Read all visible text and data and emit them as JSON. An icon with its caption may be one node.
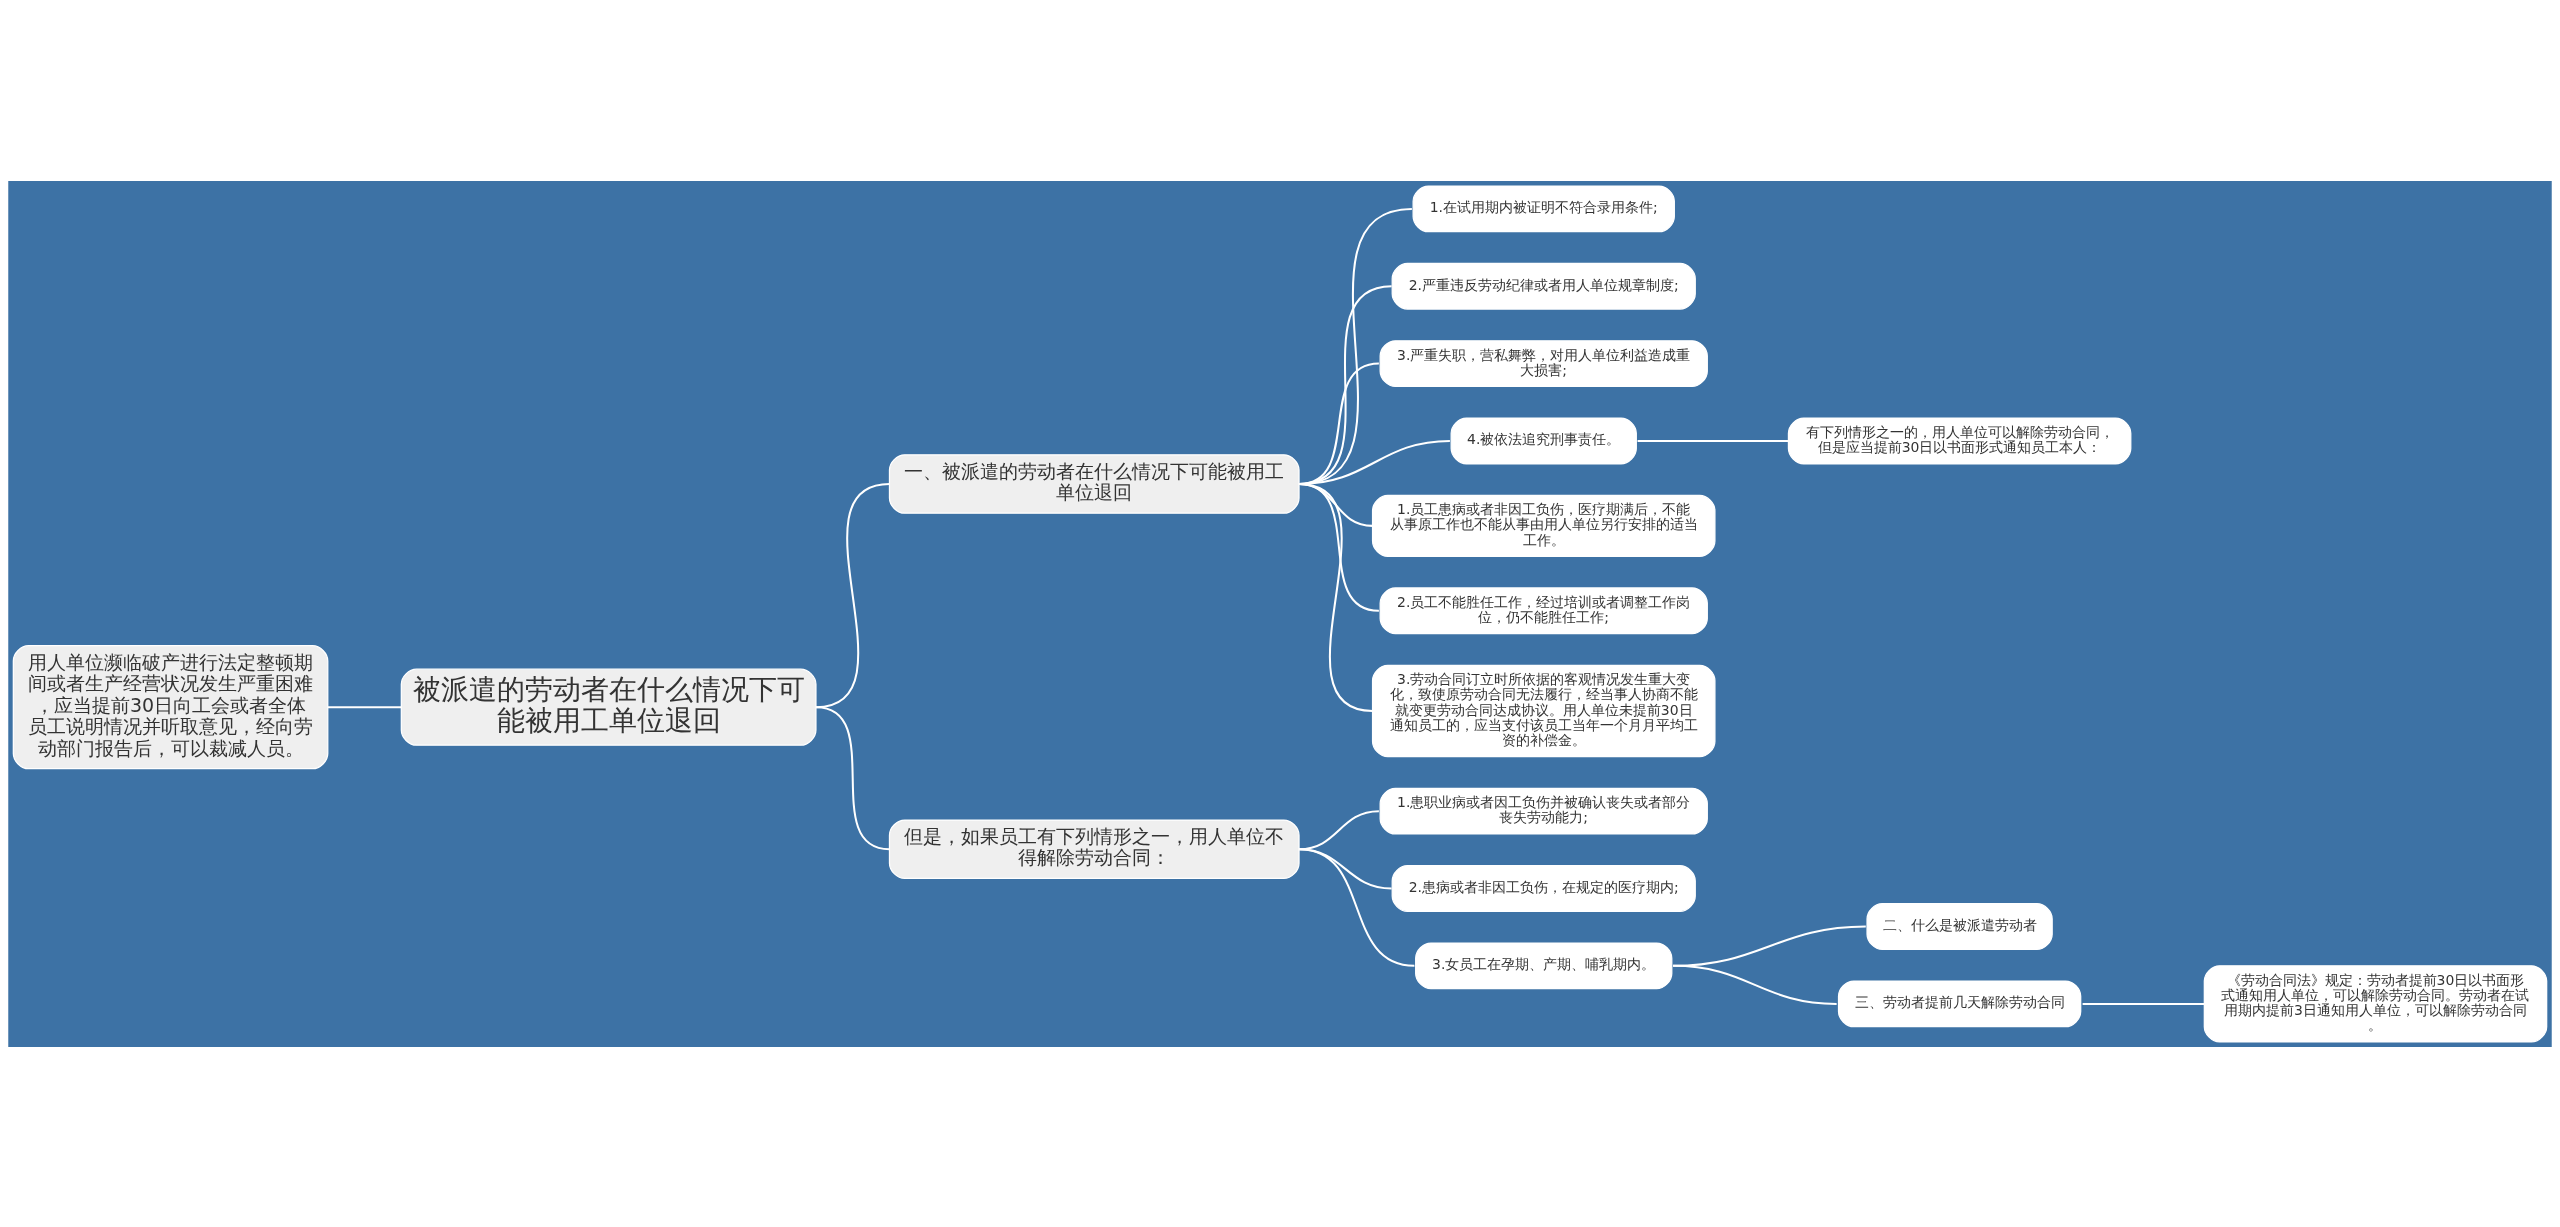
{
  "diagram": {
    "nodes": [
      {
        "text": [
          "被派遣的劳动者在什么情况下可能被用工单位退回"
        ]
      },
      {
        "text": [
          "用人单位濒临破产进行法定整顿期间或者生产经营状况发生严重困难，应当提前30日向工会或者全体员工说明情况并听取意见，经向劳动部门报告后，可以裁减人员。"
        ]
      },
      {
        "text": [
          "一、被派遣的劳动者在什么情况下可能被用工单位退回"
        ]
      },
      {
        "text": [
          "1.在试用期内被证明不符合录用条件;"
        ]
      },
      {
        "text": [
          "2.严重违反劳动纪律或者用人单位规章制度;"
        ]
      },
      {
        "text": [
          "3.严重失职，营私舞弊，对用人单位利益造成重大损害;"
        ]
      },
      {
        "text": [
          "4.被依法追究刑事责任。"
        ]
      },
      {
        "text": [
          "有下列情形之一的，用人单位可以解除劳动合同，但是应当提前30日以书面形式通知员工本人："
        ]
      },
      {
        "text": [
          "1.员工患病或者非因工负伤，医疗期满后，不能从事原工作也不能从事由用人单位另行安排的适当工作。"
        ]
      },
      {
        "text": [
          "2.员工不能胜任工作，经过培训或者调整工作岗位，仍不能胜任工作;"
        ]
      },
      {
        "text": [
          "3.劳动合同订立时所依据的客观情况发生重大变化，致使原劳动合同无法履行，经当事人协商不能就变更劳动合同达成协议。用人单位未提前30日通知员工的，应当支付该员工当年一个月月平均工资的补偿金。"
        ]
      },
      {
        "text": [
          "但是，如果员工有下列情形之一，用人单位不得解除劳动合同："
        ]
      },
      {
        "text": [
          "1.患职业病或者因工负伤并被确认丧失或者部分丧失劳动能力;"
        ]
      },
      {
        "text": [
          "2.患病或者非因工负伤，在规定的医疗期内;"
        ]
      },
      {
        "text": [
          "3.女员工在孕期、产期、哺乳期内。"
        ]
      },
      {
        "text": [
          "二、什么是被派遣劳动者"
        ]
      },
      {
        "text": [
          "三、劳动者提前几天解除劳动合同"
        ]
      },
      {
        "text": [
          "《劳动合同法》规定：劳动者提前30日以书面形式通知用人单位，可以解除劳动合同。劳动者在试用期内提前3日通知用人单位，可以解除劳动合同。"
        ]
      }
    ],
    "edges": [
      {
        "from": 0,
        "to": 1,
        "arrow": "none"
      },
      {
        "from": 0,
        "to": 2,
        "arrow": "none"
      },
      {
        "from": 0,
        "to": 11,
        "arrow": "none"
      },
      {
        "from": 2,
        "to": 3,
        "arrow": "none"
      },
      {
        "from": 2,
        "to": 4,
        "arrow": "none"
      },
      {
        "from": 2,
        "to": 5,
        "arrow": "none"
      },
      {
        "from": 2,
        "to": 6,
        "arrow": "none"
      },
      {
        "from": 2,
        "to": 8,
        "arrow": "none"
      },
      {
        "from": 2,
        "to": 9,
        "arrow": "none"
      },
      {
        "from": 2,
        "to": 10,
        "arrow": "none"
      },
      {
        "from": 6,
        "to": 7,
        "arrow": "none"
      },
      {
        "from": 11,
        "to": 12,
        "arrow": "none"
      },
      {
        "from": 11,
        "to": 13,
        "arrow": "none"
      },
      {
        "from": 11,
        "to": 14,
        "arrow": "none"
      },
      {
        "from": 14,
        "to": 15,
        "arrow": "none"
      },
      {
        "from": 14,
        "to": 16,
        "arrow": "none"
      },
      {
        "from": 16,
        "to": 17,
        "arrow": "none"
      }
    ]
  }
}
